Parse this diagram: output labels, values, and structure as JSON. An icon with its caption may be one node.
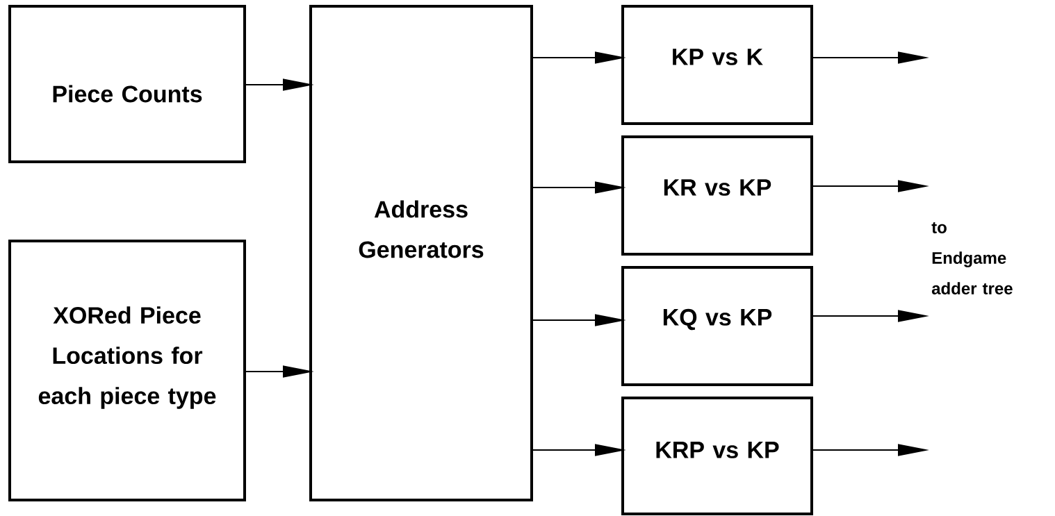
{
  "diagram": {
    "nodes": [
      {
        "text": [
          "Piece Counts"
        ]
      },
      {
        "text": [
          "XORed Piece Locations for each piece type"
        ]
      },
      {
        "text": [
          "Address Generators"
        ]
      },
      {
        "text": [
          "KP vs K"
        ]
      },
      {
        "text": [
          "KR vs KP"
        ]
      },
      {
        "text": [
          "KQ vs KP"
        ]
      },
      {
        "text": [
          "KRP vs KP"
        ]
      }
    ],
    "edges": [
      {
        "from": 0,
        "to": 2,
        "arrow": "to"
      },
      {
        "from": 1,
        "to": 2,
        "arrow": "to"
      },
      {
        "from": 2,
        "to": 3,
        "arrow": "to"
      },
      {
        "from": 2,
        "to": 4,
        "arrow": "to"
      },
      {
        "from": 2,
        "to": 5,
        "arrow": "to"
      },
      {
        "from": 2,
        "to": 6,
        "arrow": "to"
      },
      {
        "from": 3,
        "to": null,
        "arrow": "to"
      },
      {
        "from": 4,
        "to": null,
        "arrow": "to"
      },
      {
        "from": 5,
        "to": null,
        "arrow": "to"
      },
      {
        "from": 6,
        "to": null,
        "arrow": "to"
      }
    ],
    "labels": [
      "to Endgame adder tree"
    ]
  }
}
